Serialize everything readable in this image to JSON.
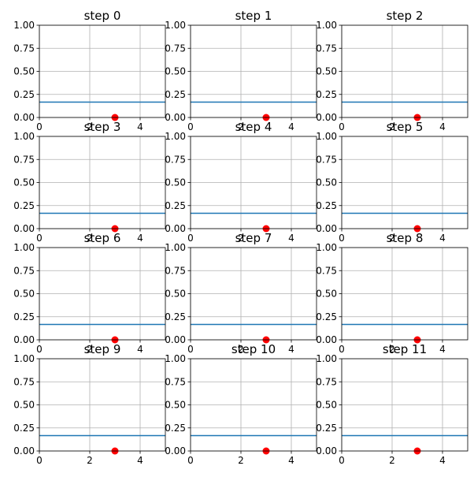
{
  "chart_data": {
    "type": "line",
    "layout": {
      "rows": 4,
      "cols": 3
    },
    "colors": {
      "line": "#1f77b4",
      "marker": "#ff0000",
      "grid": "#b0b0b0",
      "axes": "#000000"
    },
    "panels": [
      {
        "title": "step 0",
        "xlim": [
          0,
          5
        ],
        "ylim": [
          0,
          1
        ],
        "xticks": [
          "0",
          "2",
          "4"
        ],
        "yticks": [
          "0.00",
          "0.25",
          "0.50",
          "0.75",
          "1.00"
        ],
        "series": [
          {
            "x": [
              0,
              5
            ],
            "y": [
              0.167,
              0.167
            ]
          }
        ],
        "points": [
          {
            "x": 3,
            "y": 0
          }
        ],
        "grid": true
      },
      {
        "title": "step 1",
        "xlim": [
          0,
          5
        ],
        "ylim": [
          0,
          1
        ],
        "xticks": [
          "0",
          "2",
          "4"
        ],
        "yticks": [
          "0.00",
          "0.25",
          "0.50",
          "0.75",
          "1.00"
        ],
        "series": [
          {
            "x": [
              0,
              5
            ],
            "y": [
              0.167,
              0.167
            ]
          }
        ],
        "points": [
          {
            "x": 3,
            "y": 0
          }
        ],
        "grid": true
      },
      {
        "title": "step 2",
        "xlim": [
          0,
          5
        ],
        "ylim": [
          0,
          1
        ],
        "xticks": [
          "0",
          "2",
          "4"
        ],
        "yticks": [
          "0.00",
          "0.25",
          "0.50",
          "0.75",
          "1.00"
        ],
        "series": [
          {
            "x": [
              0,
              5
            ],
            "y": [
              0.167,
              0.167
            ]
          }
        ],
        "points": [
          {
            "x": 3,
            "y": 0
          }
        ],
        "grid": true
      },
      {
        "title": "step 3",
        "xlim": [
          0,
          5
        ],
        "ylim": [
          0,
          1
        ],
        "xticks": [
          "0",
          "2",
          "4"
        ],
        "yticks": [
          "0.00",
          "0.25",
          "0.50",
          "0.75",
          "1.00"
        ],
        "series": [
          {
            "x": [
              0,
              5
            ],
            "y": [
              0.167,
              0.167
            ]
          }
        ],
        "points": [
          {
            "x": 3,
            "y": 0
          }
        ],
        "grid": true
      },
      {
        "title": "step 4",
        "xlim": [
          0,
          5
        ],
        "ylim": [
          0,
          1
        ],
        "xticks": [
          "0",
          "2",
          "4"
        ],
        "yticks": [
          "0.00",
          "0.25",
          "0.50",
          "0.75",
          "1.00"
        ],
        "series": [
          {
            "x": [
              0,
              5
            ],
            "y": [
              0.167,
              0.167
            ]
          }
        ],
        "points": [
          {
            "x": 3,
            "y": 0
          }
        ],
        "grid": true
      },
      {
        "title": "step 5",
        "xlim": [
          0,
          5
        ],
        "ylim": [
          0,
          1
        ],
        "xticks": [
          "0",
          "2",
          "4"
        ],
        "yticks": [
          "0.00",
          "0.25",
          "0.50",
          "0.75",
          "1.00"
        ],
        "series": [
          {
            "x": [
              0,
              5
            ],
            "y": [
              0.167,
              0.167
            ]
          }
        ],
        "points": [
          {
            "x": 3,
            "y": 0
          }
        ],
        "grid": true
      },
      {
        "title": "step 6",
        "xlim": [
          0,
          5
        ],
        "ylim": [
          0,
          1
        ],
        "xticks": [
          "0",
          "2",
          "4"
        ],
        "yticks": [
          "0.00",
          "0.25",
          "0.50",
          "0.75",
          "1.00"
        ],
        "series": [
          {
            "x": [
              0,
              5
            ],
            "y": [
              0.167,
              0.167
            ]
          }
        ],
        "points": [
          {
            "x": 3,
            "y": 0
          }
        ],
        "grid": true
      },
      {
        "title": "step 7",
        "xlim": [
          0,
          5
        ],
        "ylim": [
          0,
          1
        ],
        "xticks": [
          "0",
          "2",
          "4"
        ],
        "yticks": [
          "0.00",
          "0.25",
          "0.50",
          "0.75",
          "1.00"
        ],
        "series": [
          {
            "x": [
              0,
              5
            ],
            "y": [
              0.167,
              0.167
            ]
          }
        ],
        "points": [
          {
            "x": 3,
            "y": 0
          }
        ],
        "grid": true
      },
      {
        "title": "step 8",
        "xlim": [
          0,
          5
        ],
        "ylim": [
          0,
          1
        ],
        "xticks": [
          "0",
          "2",
          "4"
        ],
        "yticks": [
          "0.00",
          "0.25",
          "0.50",
          "0.75",
          "1.00"
        ],
        "series": [
          {
            "x": [
              0,
              5
            ],
            "y": [
              0.167,
              0.167
            ]
          }
        ],
        "points": [
          {
            "x": 3,
            "y": 0
          }
        ],
        "grid": true
      },
      {
        "title": "step 9",
        "xlim": [
          0,
          5
        ],
        "ylim": [
          0,
          1
        ],
        "xticks": [
          "0",
          "2",
          "4"
        ],
        "yticks": [
          "0.00",
          "0.25",
          "0.50",
          "0.75",
          "1.00"
        ],
        "series": [
          {
            "x": [
              0,
              5
            ],
            "y": [
              0.167,
              0.167
            ]
          }
        ],
        "points": [
          {
            "x": 3,
            "y": 0
          }
        ],
        "grid": true
      },
      {
        "title": "step 10",
        "xlim": [
          0,
          5
        ],
        "ylim": [
          0,
          1
        ],
        "xticks": [
          "0",
          "2",
          "4"
        ],
        "yticks": [
          "0.00",
          "0.25",
          "0.50",
          "0.75",
          "1.00"
        ],
        "series": [
          {
            "x": [
              0,
              5
            ],
            "y": [
              0.167,
              0.167
            ]
          }
        ],
        "points": [
          {
            "x": 3,
            "y": 0
          }
        ],
        "grid": true
      },
      {
        "title": "step 11",
        "xlim": [
          0,
          5
        ],
        "ylim": [
          0,
          1
        ],
        "xticks": [
          "0",
          "2",
          "4"
        ],
        "yticks": [
          "0.00",
          "0.25",
          "0.50",
          "0.75",
          "1.00"
        ],
        "series": [
          {
            "x": [
              0,
              5
            ],
            "y": [
              0.167,
              0.167
            ]
          }
        ],
        "points": [
          {
            "x": 3,
            "y": 0
          }
        ],
        "grid": true
      }
    ]
  }
}
